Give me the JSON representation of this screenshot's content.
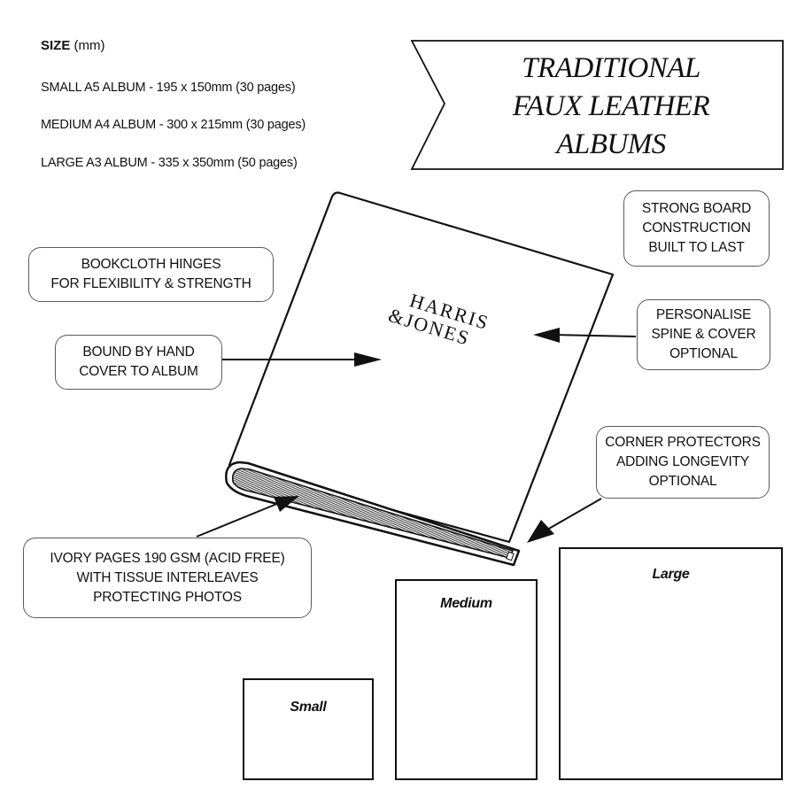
{
  "sizes": {
    "heading": "SIZE",
    "heading_unit": "(mm)",
    "lines": [
      "SMALL A5 ALBUM - 195 x 150mm (30 pages)",
      "MEDIUM A4 ALBUM - 300 x 215mm (30 pages)",
      "LARGE A3 ALBUM - 335 x 350mm (50 pages)"
    ]
  },
  "banner": {
    "lines": [
      "TRADITIONAL",
      "FAUX LEATHER",
      "ALBUMS"
    ]
  },
  "book": {
    "title_lines": [
      "HARRIS",
      "&JONES"
    ]
  },
  "callouts": {
    "bookcloth": [
      "BOOKCLOTH HINGES",
      "FOR FLEXIBILITY & STRENGTH"
    ],
    "bound": [
      "BOUND BY HAND",
      "COVER TO ALBUM"
    ],
    "strong_board": [
      "STRONG BOARD",
      "CONSTRUCTION",
      "BUILT TO LAST"
    ],
    "personalise": [
      "PERSONALISE",
      "SPINE & COVER",
      "OPTIONAL"
    ],
    "corner": [
      "CORNER PROTECTORS",
      "ADDING LONGEVITY",
      "OPTIONAL"
    ],
    "ivory": [
      "IVORY PAGES 190 GSM (ACID FREE)",
      "WITH TISSUE INTERLEAVES",
      "PROTECTING PHOTOS"
    ]
  },
  "size_boxes": {
    "small": "Small",
    "medium": "Medium",
    "large": "Large"
  },
  "colors": {
    "ink": "#111111",
    "callout_border": "#5a5a5a",
    "background": "#ffffff"
  }
}
